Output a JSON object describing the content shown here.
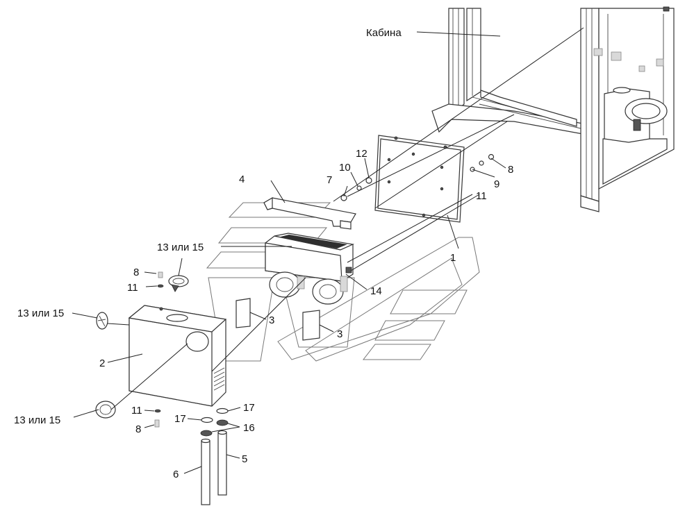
{
  "labels": {
    "cab": "Кабина",
    "p1": "1",
    "p2": "2",
    "p3a": "3",
    "p3b": "3",
    "p4": "4",
    "p5": "5",
    "p6": "6",
    "p7": "7",
    "p8a": "8",
    "p8b": "8",
    "p8c": "8",
    "p9": "9",
    "p10": "10",
    "p11a": "11",
    "p11b": "11",
    "p11c": "11",
    "p12": "12",
    "p13a": "13 или 15",
    "p13b": "13 или 15",
    "p13c": "13 или 15",
    "p14": "14",
    "p16": "16",
    "p17a": "17",
    "p17b": "17"
  }
}
